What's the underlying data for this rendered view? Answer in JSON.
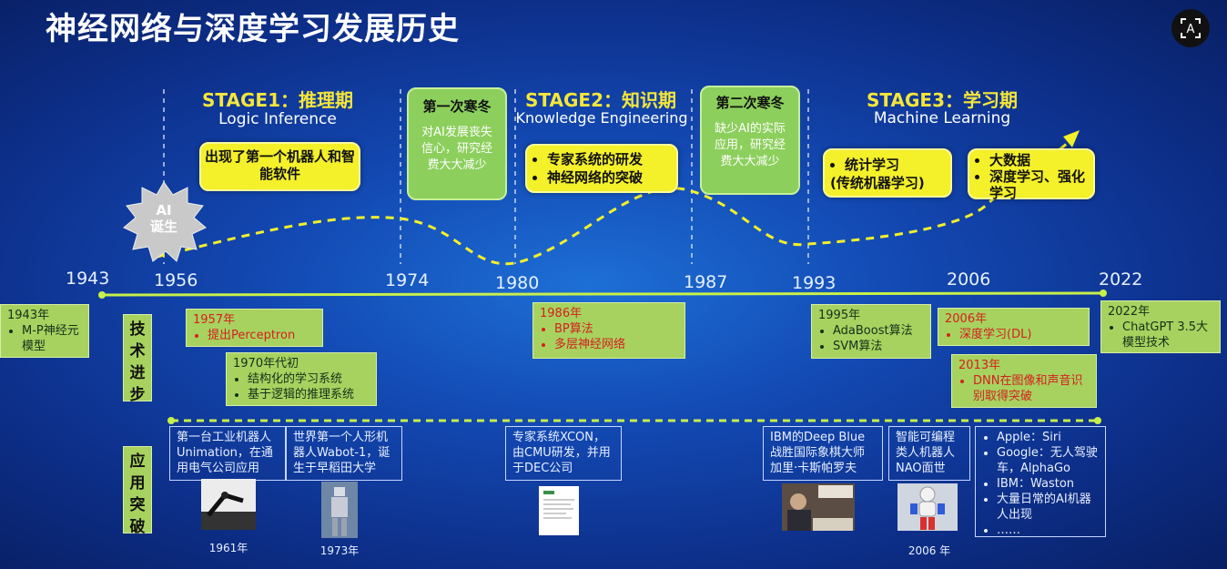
{
  "title": "神经网络与深度学习发展历史",
  "ai_birth": "AI\n诞生",
  "stages": [
    {
      "name": "STAGE1：推理期",
      "en": "Logic Inference"
    },
    {
      "name": "STAGE2：知识期",
      "en": "Knowledge Engineering"
    },
    {
      "name": "STAGE3：学习期",
      "en": "Machine Learning"
    }
  ],
  "winters": [
    {
      "title": "第一次寒冬",
      "text": "对AI发展丧失信心，研究经费大大减少"
    },
    {
      "title": "第二次寒冬",
      "text": "缺少AI的实际应用，研究经费大大减少"
    }
  ],
  "yellow_boxes": {
    "stage1": "出现了第一个机器人和智能软件",
    "stage2": [
      "专家系统的研发",
      "神经网络的突破"
    ],
    "stage3a": [
      "统计学习",
      "(传统机器学习)"
    ],
    "stage3b": [
      "大数据",
      "深度学习、强化学习"
    ]
  },
  "years": [
    "1943",
    "1956",
    "1974",
    "1980",
    "1987",
    "1993",
    "2006",
    "2022"
  ],
  "row_labels": {
    "tech": "技术进步",
    "app": "应用突破"
  },
  "tech": {
    "t1943": {
      "year": "1943年",
      "items": [
        "M-P神经元模型"
      ]
    },
    "t1957": {
      "year": "1957年",
      "items": [
        "提出Perceptron"
      ]
    },
    "t1970": {
      "year": "1970年代初",
      "items": [
        "结构化的学习系统",
        "基于逻辑的推理系统"
      ]
    },
    "t1986": {
      "year": "1986年",
      "items": [
        "BP算法",
        "多层神经网络"
      ]
    },
    "t1995": {
      "year": "1995年",
      "items": [
        "AdaBoost算法",
        "SVM算法"
      ]
    },
    "t2006": {
      "year": "2006年",
      "items": [
        "深度学习(DL)"
      ]
    },
    "t2013": {
      "year": "2013年",
      "items": [
        "DNN在图像和声音识别取得突破"
      ]
    },
    "t2022": {
      "year": "2022年",
      "items": [
        "ChatGPT 3.5大模型技术"
      ]
    }
  },
  "apps": {
    "a1": "第一台工业机器人Unimation，在通用电气公司应用",
    "a2": "世界第一个人形机器人Wabot-1，诞生于早稻田大学",
    "a3": "专家系统XCON，由CMU研发，并用于DEC公司",
    "a4": "IBM的Deep Blue战胜国际象棋大师加里·卡斯帕罗夫",
    "a5": "智能可编程类人机器人NAO面世",
    "a6": [
      "Apple：Siri",
      "Google：无人驾驶车，AlphaGo",
      "IBM：Waston",
      "大量日常的AI机器人出现",
      "……"
    ]
  },
  "photo_captions": {
    "p1961": "1961年",
    "p1973": "1973年",
    "p2006": "2006 年"
  },
  "colors": {
    "accent_yellow": "#f4f02a",
    "stage_title": "#f5e63a",
    "green": "#a7d25f",
    "red_text": "#d42020",
    "timeline": "#c8f04a"
  },
  "icons": [
    "translate-icon",
    "starburst-icon",
    "arrow-up-right-icon"
  ]
}
